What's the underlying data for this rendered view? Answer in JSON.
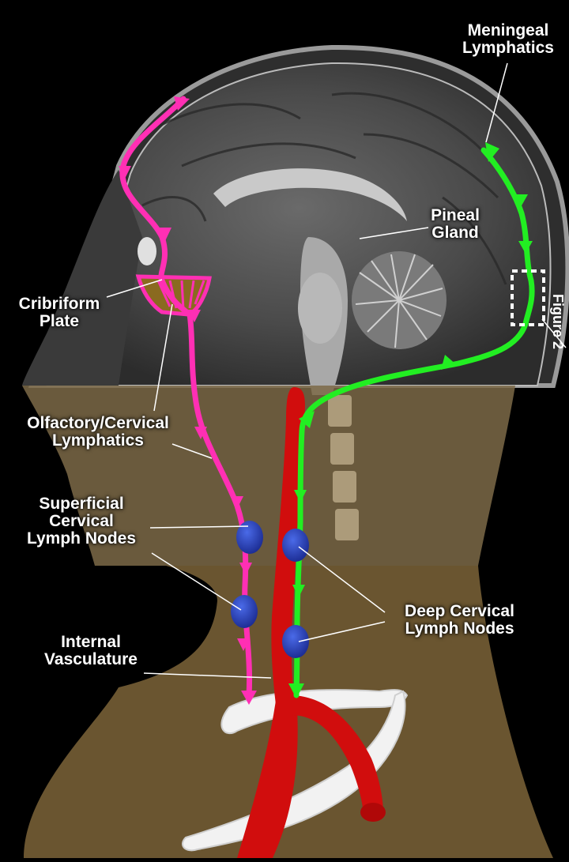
{
  "labels": {
    "meningeal": [
      "Meningeal",
      "Lymphatics"
    ],
    "pineal": [
      "Pineal",
      "Gland"
    ],
    "cribriform": [
      "Cribriform",
      "Plate"
    ],
    "olfactory": [
      "Olfactory/Cervical",
      "Lymphatics"
    ],
    "superficial": [
      "Superficial",
      "Cervical",
      "Lymph Nodes"
    ],
    "deep": [
      "Deep Cervical",
      "Lymph Nodes"
    ],
    "internal": [
      "Internal",
      "Vasculature"
    ],
    "figure_ref": "Figure 2"
  },
  "colors": {
    "olfactory_pathway": "#ff2fb4",
    "meningeal_pathway": "#22ee22",
    "vasculature": "#d10d0d",
    "lymph_node": "#2a45c8",
    "neck_overlay": "#6a5530",
    "clavicle": "#f2f2f2"
  },
  "icons": [
    "lymph-node-icon",
    "clavicle-icon",
    "figure-box-icon"
  ]
}
